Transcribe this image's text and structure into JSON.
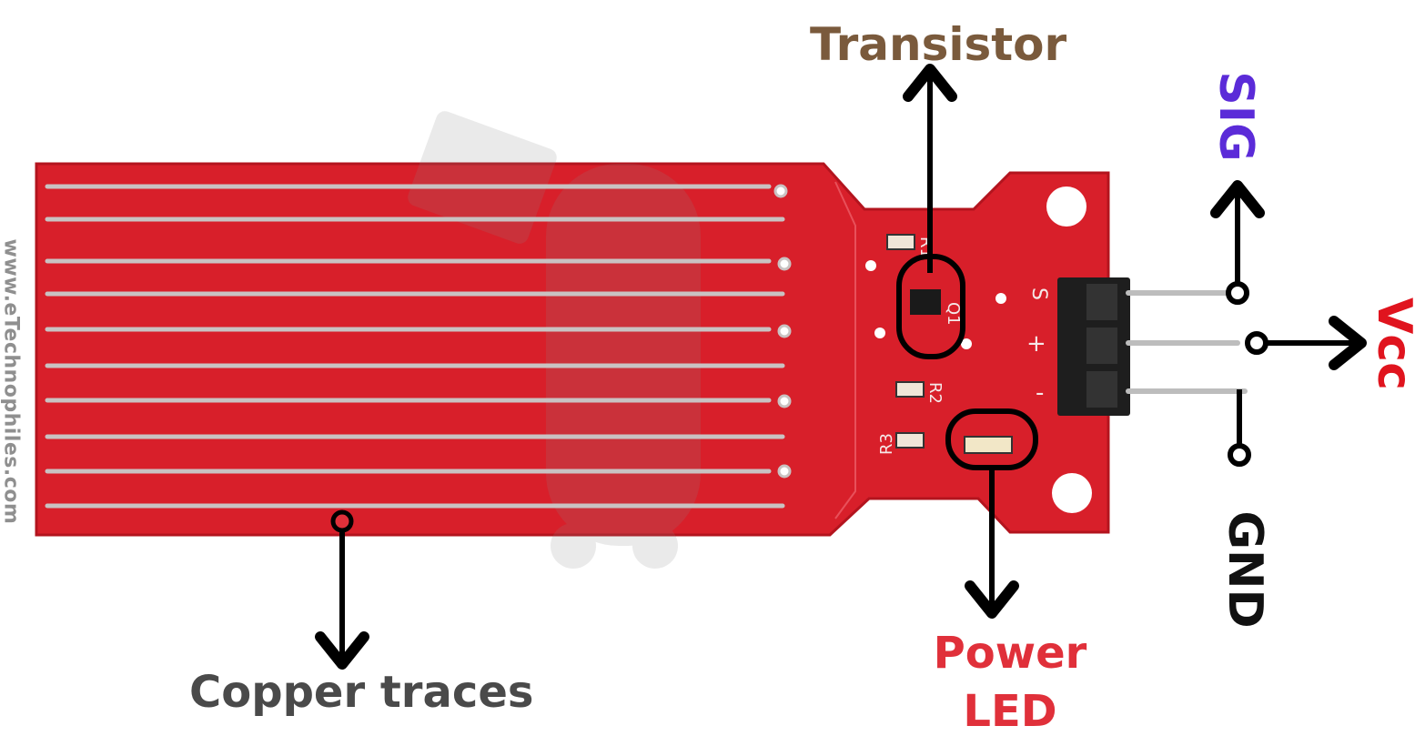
{
  "labels": {
    "transistor": "Transistor",
    "copper_traces": "Copper traces",
    "power_led_line1": "Power",
    "power_led_line2": "LED",
    "sig": "SIG",
    "vcc": "Vcc",
    "gnd": "GND"
  },
  "board_markings": {
    "r1": "R1",
    "r2": "R2",
    "r3": "R3",
    "q1": "Q1",
    "pin_s": "S",
    "pin_plus": "+",
    "pin_minus": "-"
  },
  "watermark": "www.eTechnophiles.com",
  "colors": {
    "board": "#d81f2a",
    "board_dark": "#b3141e",
    "trace": "#c9c2c2",
    "transistor_label": "#7a5a3c",
    "copper_label": "#4a4a4a",
    "power_led_label": "#e0303a",
    "sig_label": "#5b2bd8",
    "vcc_label": "#e0141e",
    "gnd_label": "#111111",
    "watermark": "#8f8f8f",
    "arrows": "#000000"
  }
}
